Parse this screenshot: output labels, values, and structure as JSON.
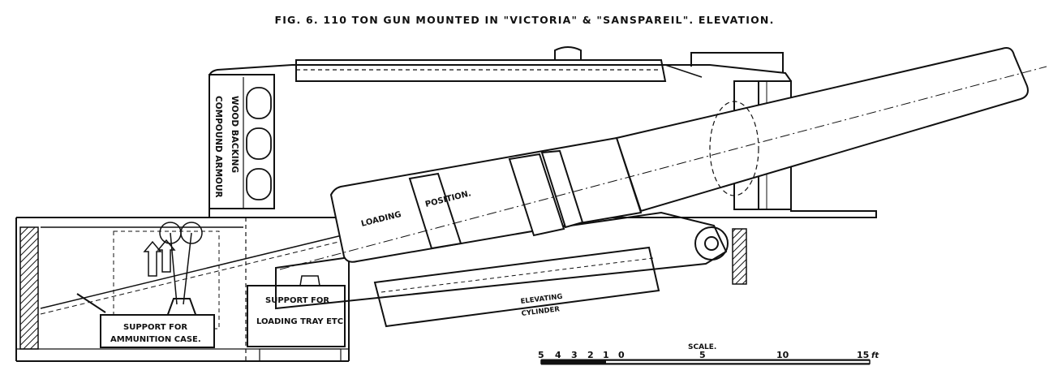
{
  "title": "FIG. 6. 110 TON GUN MOUNTED IN \"VICTORIA\" & \"SANSPAREIL\".   ELEVATION.",
  "labels": {
    "wood_backing": "WOOD BACKING",
    "compound_armour": "COMPOUND ARMOUR",
    "loading": "LOADING",
    "position": "POSITION.",
    "elevating": "ELEVATING",
    "cylinder": "CYLINDER",
    "support_tray_line1": "SUPPORT FOR",
    "support_tray_line2": "LOADING TRAY ETC",
    "support_case_line1": "SUPPORT FOR",
    "support_case_line2": "AMMUNITION CASE."
  },
  "scale": {
    "label": "SCALE.",
    "unit": "ft",
    "ticks": [
      "5",
      "4",
      "3",
      "2",
      "1",
      "0",
      "5",
      "10",
      "15"
    ]
  }
}
